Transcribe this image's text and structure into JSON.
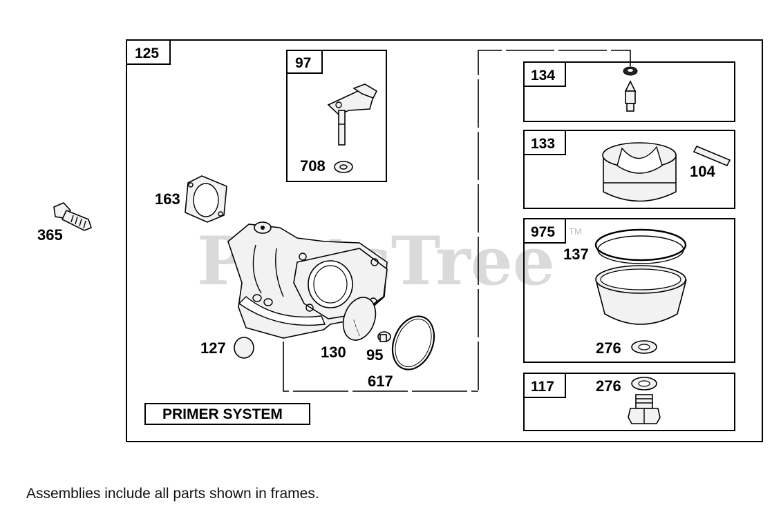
{
  "watermark": {
    "text": "PartsTree",
    "tm": "TM"
  },
  "frames": {
    "main": "125",
    "f97": "97",
    "f134": "134",
    "f133": "133",
    "f975": "975",
    "f117": "117"
  },
  "parts": {
    "p365": "365",
    "p163": "163",
    "p708": "708",
    "p104": "104",
    "p137": "137",
    "p276a": "276",
    "p276b": "276",
    "p127": "127",
    "p130": "130",
    "p95": "95",
    "p617": "617"
  },
  "primer_label": "PRIMER SYSTEM",
  "footer_note": "Assemblies include all parts shown in frames."
}
